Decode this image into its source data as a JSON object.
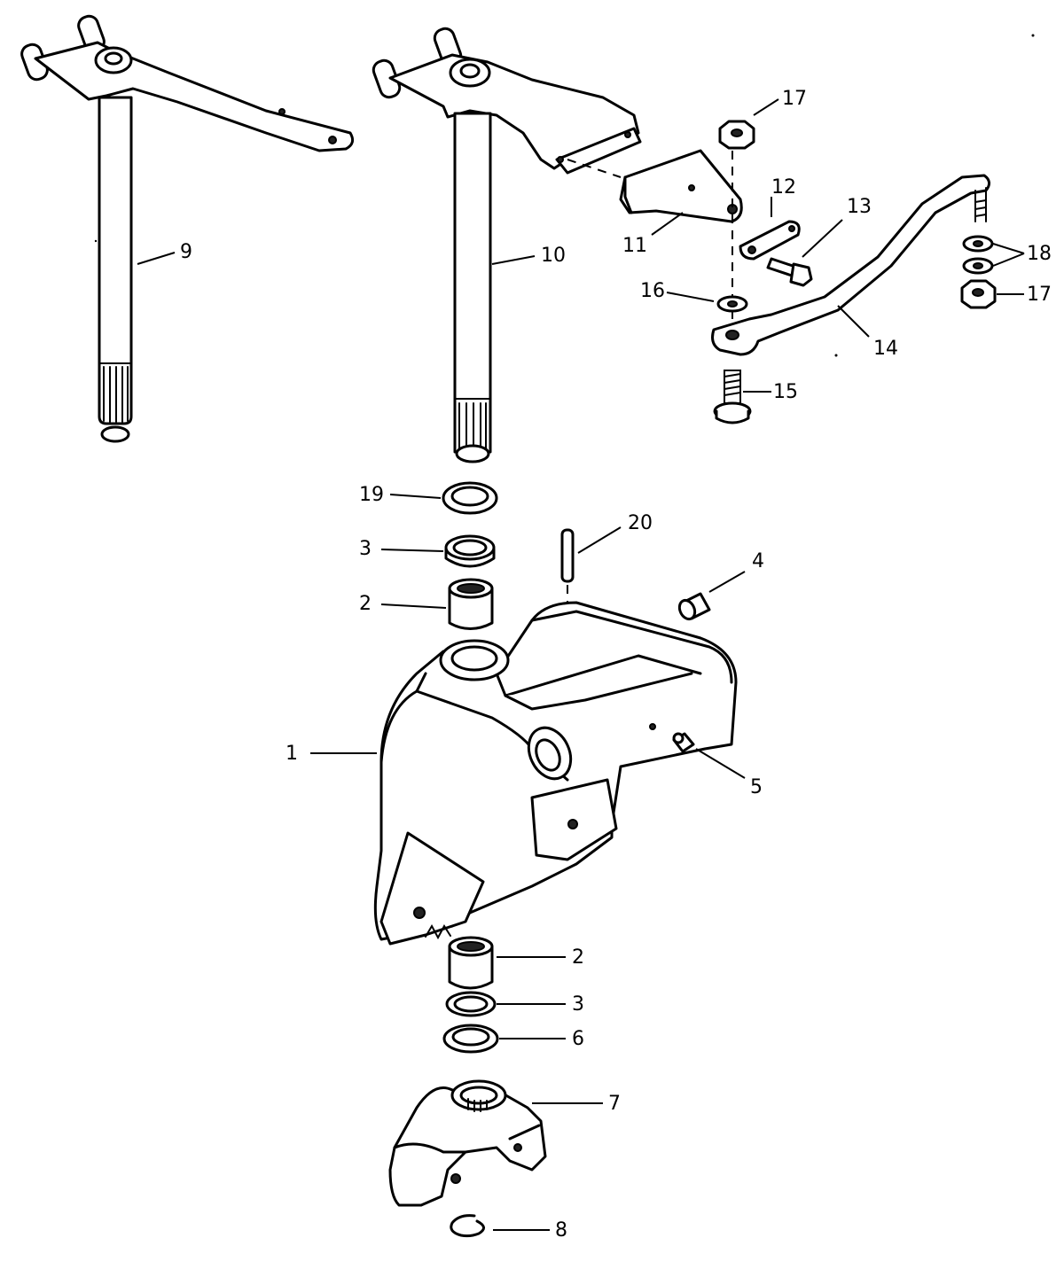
{
  "callouts": {
    "c1": "1",
    "c2a": "2",
    "c2b": "2",
    "c3a": "3",
    "c3b": "3",
    "c4": "4",
    "c5": "5",
    "c6": "6",
    "c7": "7",
    "c8": "8",
    "c9": "9",
    "c10": "10",
    "c11": "11",
    "c12": "12",
    "c13": "13",
    "c14": "14",
    "c15": "15",
    "c16": "16",
    "c17a": "17",
    "c17b": "17",
    "c18": "18",
    "c19": "19",
    "c20": "20"
  }
}
